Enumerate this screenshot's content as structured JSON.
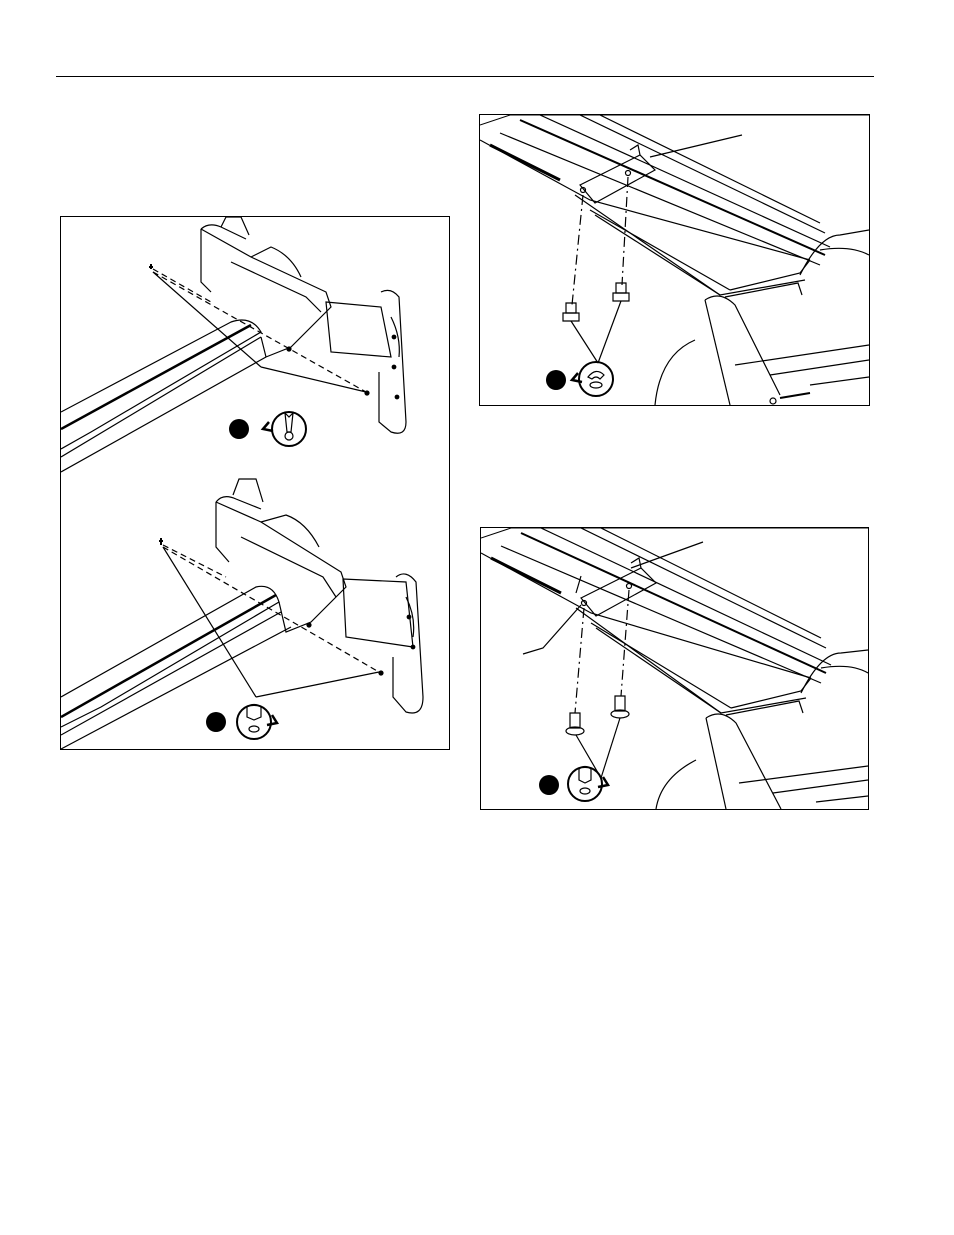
{
  "page": {
    "figures": [
      {
        "id": "fig-a",
        "panels": 2,
        "steps": [
          "remove-screws",
          "install-screws"
        ]
      },
      {
        "id": "fig-b",
        "step": "remove-bolts"
      },
      {
        "id": "fig-c",
        "step": "install-bolts"
      }
    ]
  }
}
